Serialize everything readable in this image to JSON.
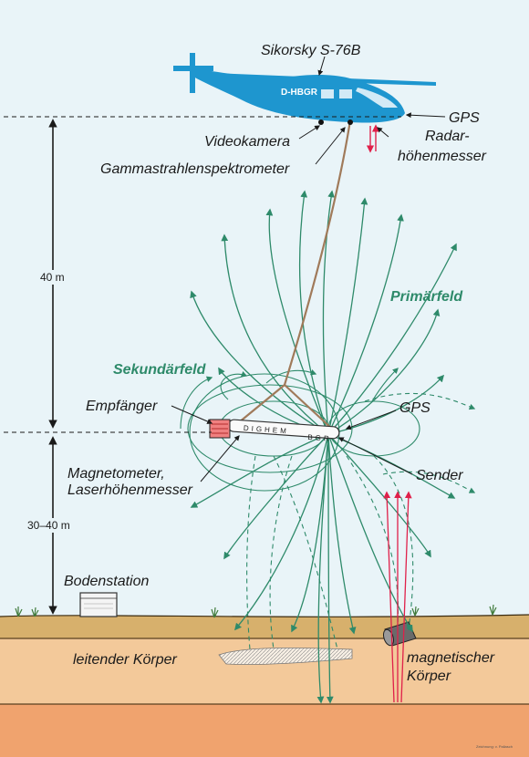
{
  "helicopter": {
    "name": "Sikorsky S-76B",
    "registration": "D-HBGR"
  },
  "labels": {
    "gps_top": "GPS",
    "radar_1": "Radar-",
    "radar_2": "höhenmesser",
    "videokamera": "Videokamera",
    "gamma": "Gammastrahlenspektrometer",
    "primaerfeld": "Primärfeld",
    "sekundaerfeld": "Sekundärfeld",
    "empfaenger": "Empfänger",
    "gps_bird": "GPS",
    "magnetometer_1": "Magnetometer,",
    "magnetometer_2": "Laserhöhenmesser",
    "sender": "Sender",
    "bodenstation": "Bodenstation",
    "leitender": "leitender Körper",
    "magnetisch_1": "magnetischer",
    "magnetisch_2": "Körper",
    "bird_left": "DIGHEM",
    "bird_right": "BGR",
    "credit": "Zeichnung: v. Pallasch"
  },
  "dimensions": {
    "upper": "40 m",
    "lower": "30–40 m"
  },
  "colors": {
    "sky": "#e9f4f8",
    "helicopter": "#1e96cf",
    "field_lines": "#2e8a6a",
    "cable": "#a07a5a",
    "radar": "#e0204a",
    "soil_top": "#d7b06c",
    "soil_mid": "#f3c99a",
    "soil_deep": "#f0a36e"
  }
}
